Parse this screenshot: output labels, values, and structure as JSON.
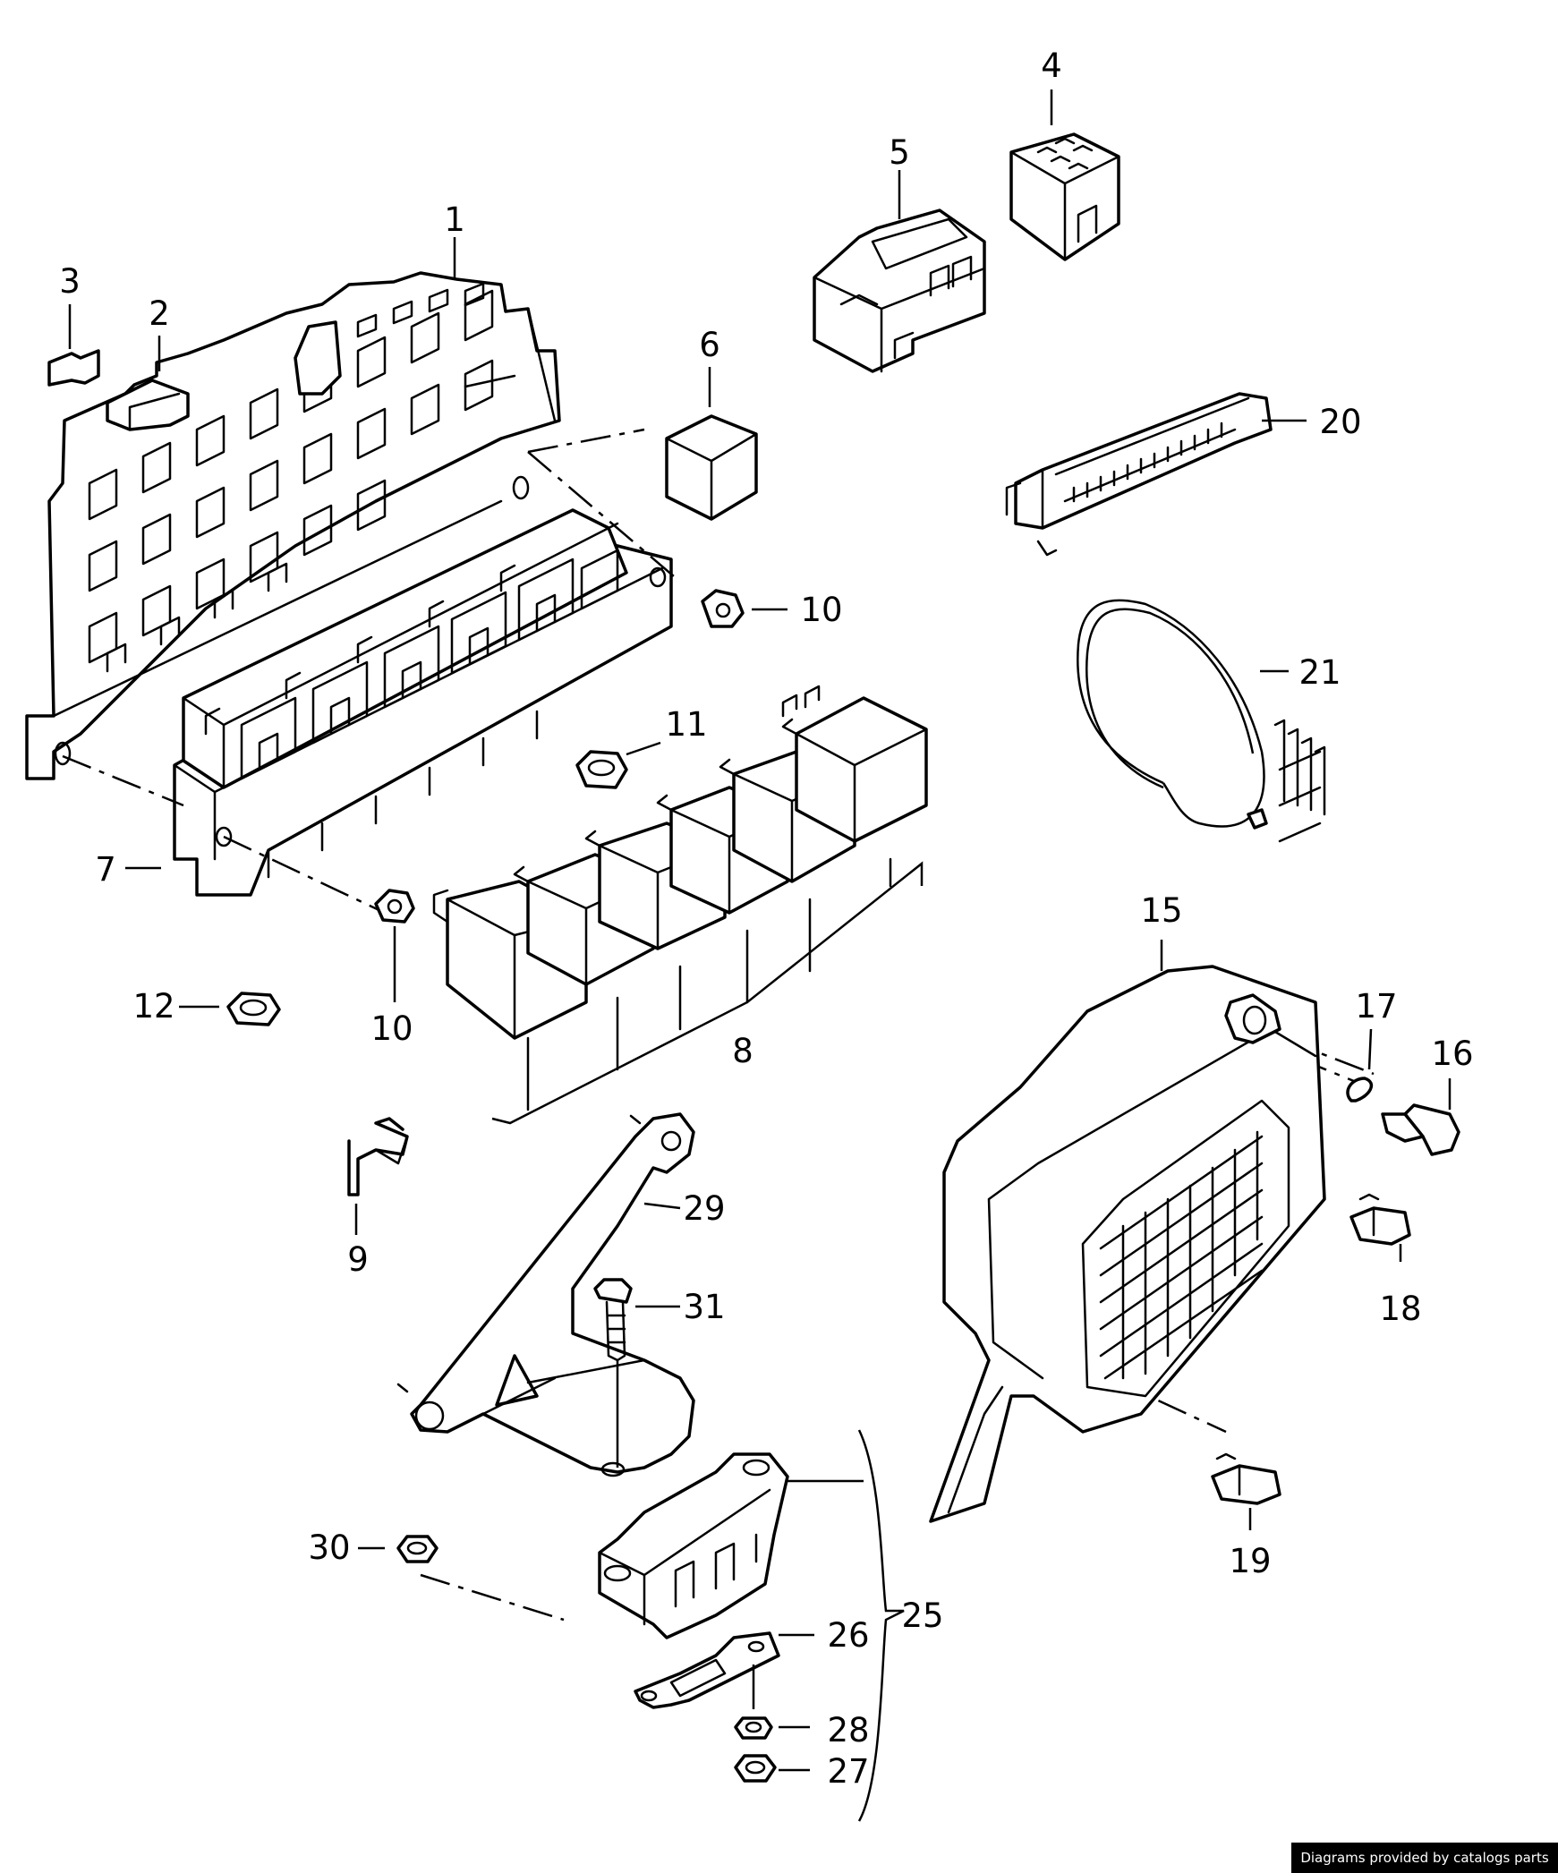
{
  "diagram": {
    "callouts": [
      "1",
      "2",
      "3",
      "4",
      "5",
      "6",
      "7",
      "8",
      "9",
      "10",
      "10",
      "11",
      "12",
      "15",
      "16",
      "17",
      "18",
      "19",
      "20",
      "21",
      "25",
      "26",
      "27",
      "28",
      "29",
      "30",
      "31"
    ]
  },
  "footer": {
    "credit": "Diagrams provided by catalogs parts"
  }
}
